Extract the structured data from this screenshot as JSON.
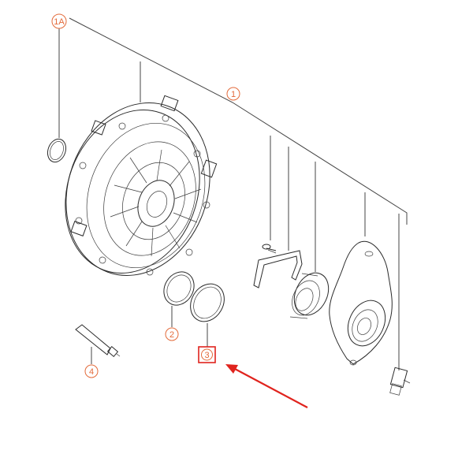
{
  "callouts": {
    "c1A": "1A",
    "c1": "1",
    "c2": "2",
    "c3": "3",
    "c4": "4"
  },
  "highlight": {
    "target": "3",
    "border_color": "#e0231d"
  },
  "colors": {
    "callout_text": "#e36a3a",
    "line_art": "#2a2a2a",
    "arrow": "#e0231d"
  }
}
